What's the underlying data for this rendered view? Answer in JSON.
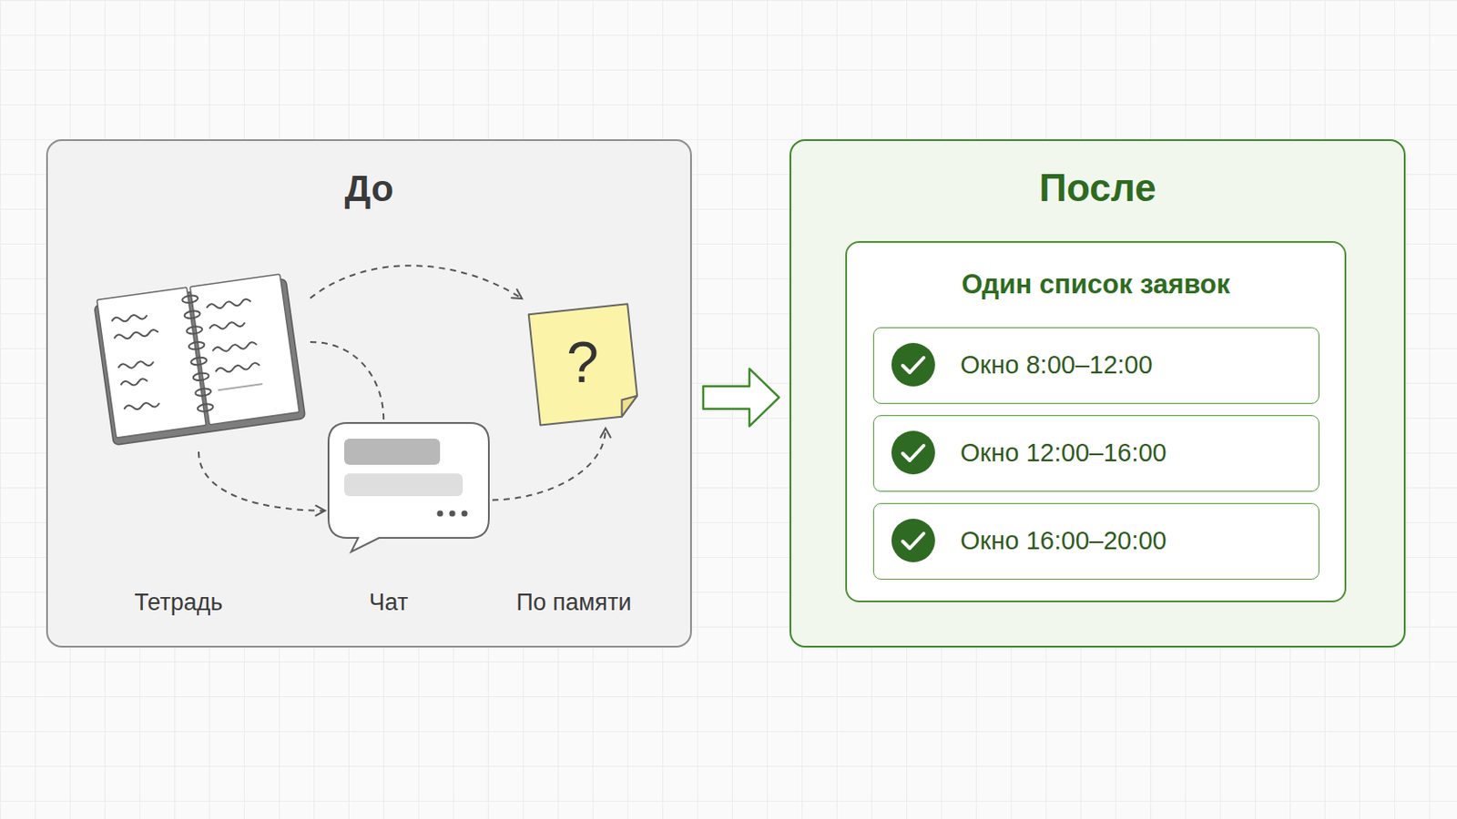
{
  "diagram": {
    "nodes": [
      {
        "text": [
          "До"
        ]
      },
      {
        "text": [
          "Тетрадь"
        ],
        "in": 0
      },
      {
        "text": [
          "Чат"
        ],
        "in": 0
      },
      {
        "text": [
          "?",
          "По памяти"
        ],
        "in": 0
      },
      {
        "text": [
          "После"
        ]
      },
      {
        "text": [
          "Один список заявок"
        ],
        "in": 4
      },
      {
        "text": [
          "Окно 8:00–12:00"
        ],
        "in": 5
      },
      {
        "text": [
          "Окно 12:00–16:00"
        ],
        "in": 5
      },
      {
        "text": [
          "Окно 16:00–20:00"
        ],
        "in": 5
      }
    ],
    "edges": [
      {
        "from": 1,
        "to": 3,
        "arrow": "to"
      },
      {
        "from": 1,
        "to": 2,
        "arrow": "none"
      },
      {
        "from": 1,
        "to": 2,
        "arrow": "to"
      },
      {
        "from": 2,
        "to": 3,
        "arrow": "to"
      },
      {
        "from": 0,
        "to": 4,
        "arrow": "to"
      }
    ]
  }
}
